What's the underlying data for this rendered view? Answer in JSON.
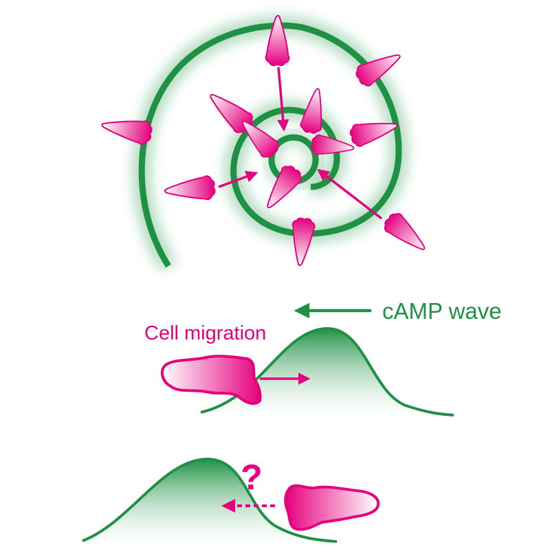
{
  "labels": {
    "camp_wave": "cAMP wave",
    "cell_migration": "Cell migration",
    "question": "?"
  },
  "colors": {
    "wave_green": "#1e9144",
    "cell_magenta": "#e5007e",
    "cell_fill_light": "#ffffff"
  },
  "icons": {
    "spiral": "camp-spiral-wave",
    "cell": "amoeboid-cell",
    "wave_profile": "camp-concentration-peak"
  }
}
